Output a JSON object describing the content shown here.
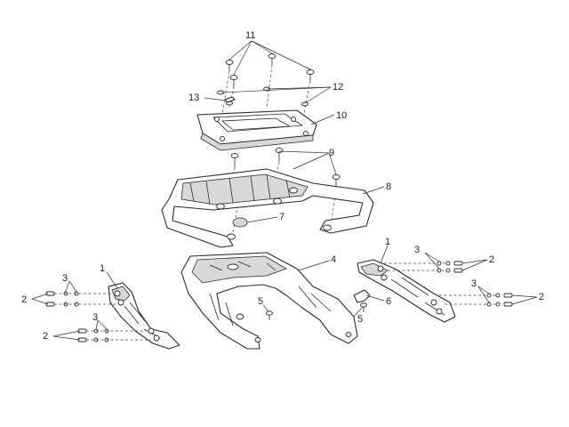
{
  "callouts": {
    "c11": "11",
    "c12": "12",
    "c13": "13",
    "c10": "10",
    "c9": "9",
    "c8": "8",
    "c7": "7",
    "c4": "4",
    "c5a": "5",
    "c5b": "5",
    "c6": "6",
    "c1_left": "1",
    "c1_right": "1",
    "c3_left_top": "3",
    "c3_left_bottom": "3",
    "c2_left_top": "2",
    "c2_left_bottom": "2",
    "c3_right_top": "3",
    "c3_right_bottom": "3",
    "c2_right_top": "2",
    "c2_right_bottom": "2"
  }
}
